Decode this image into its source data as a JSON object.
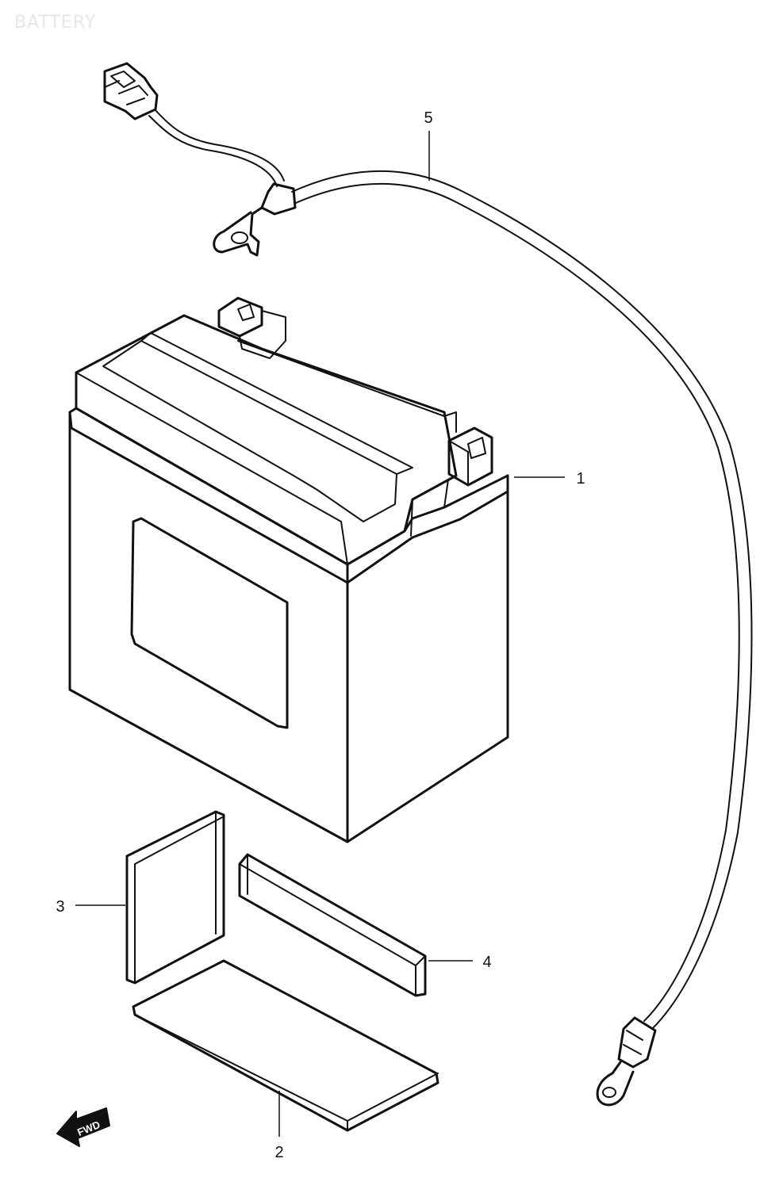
{
  "watermark": "BATTERY",
  "callouts": {
    "battery": "1",
    "plate_bottom": "2",
    "plate_side": "3",
    "plate_rear": "4",
    "cable": "5"
  },
  "direction_arrow": "FWD",
  "colors": {
    "ink": "#111111",
    "paper": "#ffffff",
    "watermark": "#e6e6e6"
  }
}
